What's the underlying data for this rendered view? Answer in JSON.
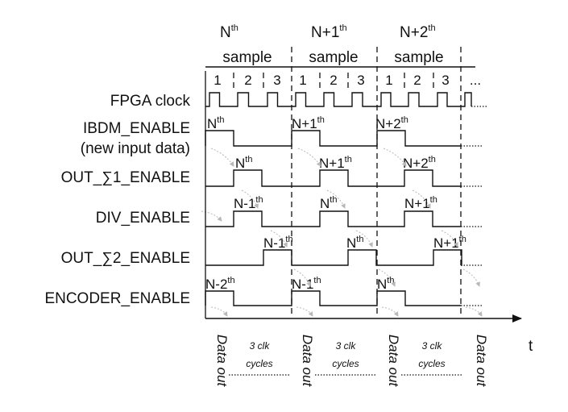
{
  "header": {
    "sample_word": "sample",
    "groups": [
      {
        "base": "N",
        "sup": "th"
      },
      {
        "base": "N+1",
        "sup": "th"
      },
      {
        "base": "N+2",
        "sup": "th"
      }
    ],
    "cycle_numbers": [
      "1",
      "2",
      "3",
      "1",
      "2",
      "3",
      "1",
      "2",
      "3",
      "..."
    ]
  },
  "signals": [
    {
      "id": "clock",
      "label": "FPGA clock"
    },
    {
      "id": "ibdm",
      "label": "IBDM_ENABLE",
      "sublabel": "(new input data)",
      "tags": [
        {
          "base": "N",
          "sup": "th"
        },
        {
          "base": "N+1",
          "sup": "th"
        },
        {
          "base": "N+2",
          "sup": "th"
        }
      ]
    },
    {
      "id": "out1",
      "label": "OUT_∑1_ENABLE",
      "tags": [
        {
          "base": "N",
          "sup": "th"
        },
        {
          "base": "N+1",
          "sup": "th"
        },
        {
          "base": "N+2",
          "sup": "th"
        }
      ]
    },
    {
      "id": "div",
      "label": "DIV_ENABLE",
      "tags": [
        {
          "base": "N-1",
          "sup": "th"
        },
        {
          "base": "N",
          "sup": "th"
        },
        {
          "base": "N+1",
          "sup": "th"
        }
      ]
    },
    {
      "id": "out2",
      "label": "OUT_∑2_ENABLE",
      "tags": [
        {
          "base": "N-1",
          "sup": "th"
        },
        {
          "base": "N",
          "sup": "th"
        },
        {
          "base": "N+1",
          "sup": "th"
        }
      ]
    },
    {
      "id": "enc",
      "label": "ENCODER_ENABLE",
      "tags": [
        {
          "base": "N-2",
          "sup": "th"
        },
        {
          "base": "N-1",
          "sup": "th"
        },
        {
          "base": "N",
          "sup": "th"
        }
      ]
    }
  ],
  "time_axis_label": "t",
  "bottom": {
    "data_out": "Data out",
    "cycles_line1": "3 clk",
    "cycles_line2": "cycles"
  }
}
